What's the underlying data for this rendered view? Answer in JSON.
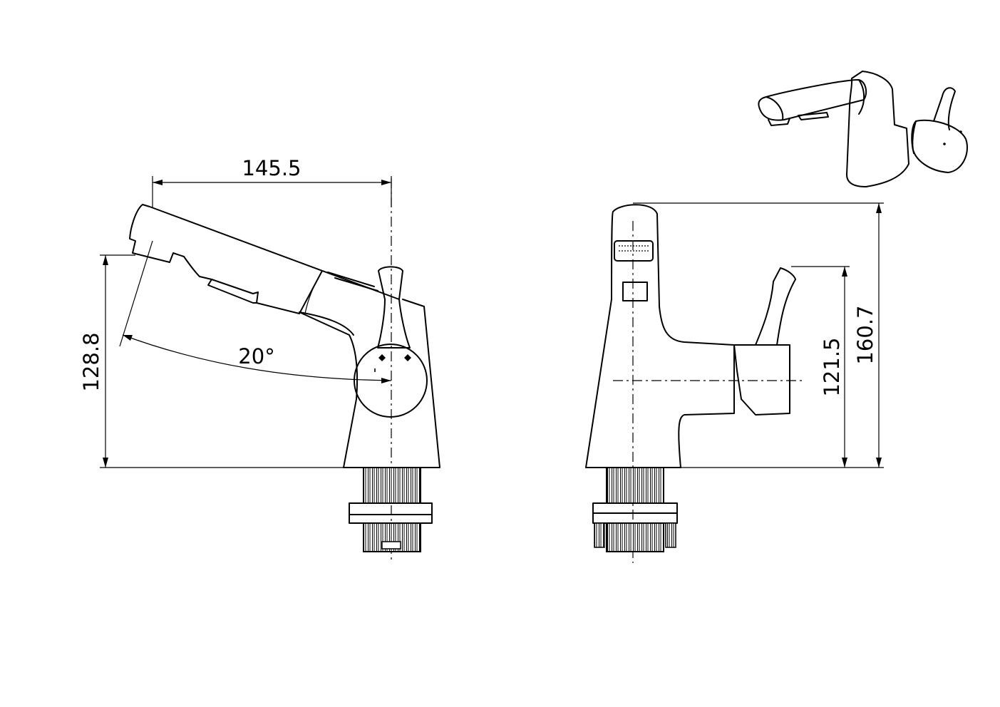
{
  "drawing": {
    "side_view": {
      "width_label": "145.5",
      "height_label": "128.8",
      "angle_label": "20°"
    },
    "front_view": {
      "height_total_label": "160.7",
      "height_handle_label": "121.5"
    }
  }
}
